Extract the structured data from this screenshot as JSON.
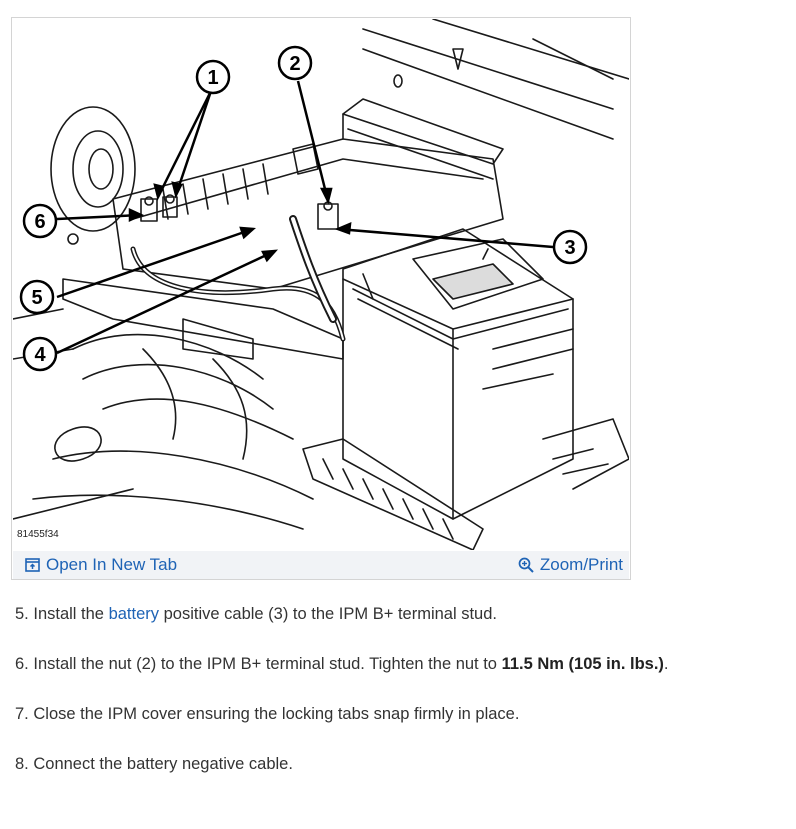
{
  "figure": {
    "id_label": "81455f34",
    "callouts": [
      "1",
      "2",
      "3",
      "4",
      "5",
      "6"
    ],
    "open_tab_label": "Open In New Tab",
    "zoom_label": "Zoom/Print",
    "icons": {
      "open_tab": "open-new-tab-icon",
      "zoom": "magnify-icon"
    }
  },
  "steps": [
    {
      "num": "5.",
      "pre": "Install the",
      "link": "battery",
      "post": "positive cable (3) to the IPM B+ terminal stud."
    },
    {
      "num": "6.",
      "pre": "Install the nut (2) to the IPM B+ terminal stud. Tighten the nut to",
      "bold": "11.5 Nm (105 in. lbs.)",
      "post": "."
    },
    {
      "num": "7.",
      "text": "Close the IPM cover ensuring the locking tabs snap firmly in place."
    },
    {
      "num": "8.",
      "text": "Connect the battery negative cable."
    }
  ],
  "colors": {
    "link": "#1e63b5",
    "bar_bg": "#f1f3f6",
    "text": "#333333"
  }
}
